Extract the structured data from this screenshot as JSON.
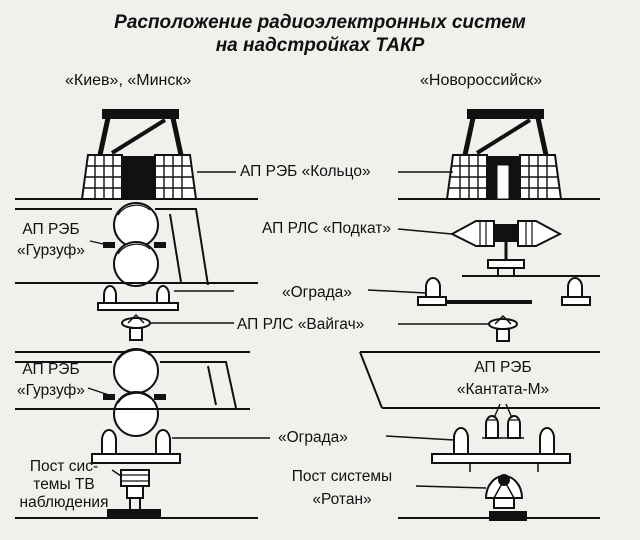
{
  "title": {
    "line1": "Расположение радиоэлектронных систем",
    "line2": "на надстройках ТАКР"
  },
  "columns": {
    "left": "«Киев», «Минск»",
    "right": "«Новороссийск»"
  },
  "labels": {
    "kolco": "АП РЭБ «Кольцо»",
    "gurzuf_top_1": "АП РЭБ",
    "gurzuf_top_2": "«Гурзуф»",
    "podkat": "АП РЛС «Подкат»",
    "ograda_top": "«Ограда»",
    "vaigach": "АП РЛС «Вайгач»",
    "gurzuf_bottom_1": "АП РЭБ",
    "gurzuf_bottom_2": "«Гурзуф»",
    "kantata_1": "АП РЭБ",
    "kantata_2": "«Кантата-М»",
    "ograda_bottom": "«Ограда»",
    "tv_post_1": "Пост сис-",
    "tv_post_2": "темы ТВ",
    "tv_post_3": "наблюдения",
    "rotan_1": "Пост системы",
    "rotan_2": "«Ротан»"
  }
}
